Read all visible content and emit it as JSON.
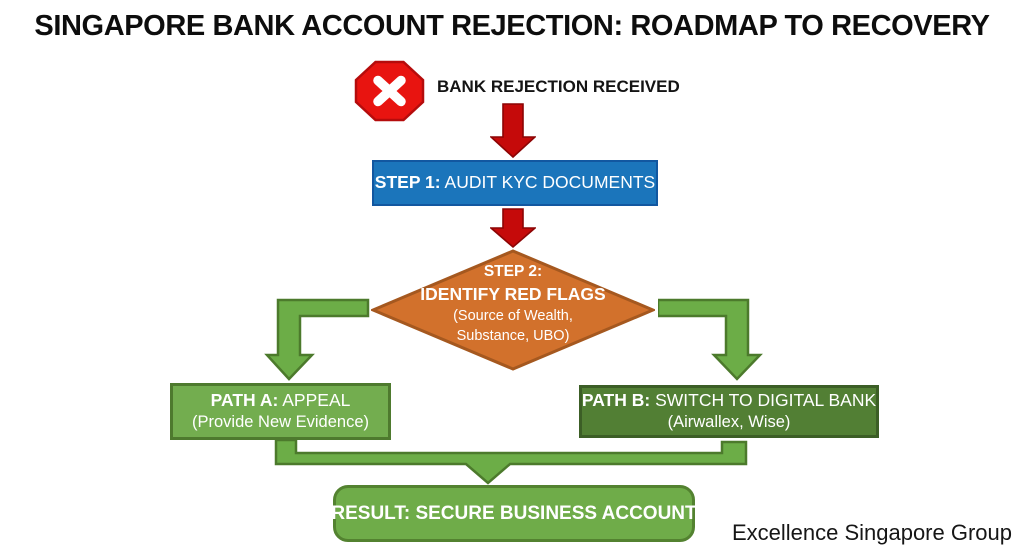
{
  "title": "SINGAPORE BANK ACCOUNT REJECTION: ROADMAP TO RECOVERY",
  "start": {
    "icon": "stop-x-octagon-icon",
    "label": "BANK REJECTION RECEIVED"
  },
  "step1": {
    "prefix": "STEP 1:",
    "text": "AUDIT KYC DOCUMENTS"
  },
  "step2": {
    "line1": "STEP 2:",
    "line2": "IDENTIFY RED FLAGS",
    "line3": "(Source of Wealth,",
    "line4": "Substance, UBO)"
  },
  "path_a": {
    "prefix": "PATH A:",
    "text": "APPEAL",
    "subtext": "(Provide New Evidence)"
  },
  "path_b": {
    "prefix": "PATH B:",
    "text": "SWITCH TO DIGITAL BANK",
    "subtext": "(Airwallex, Wise)"
  },
  "result": {
    "text": "RESULT: SECURE BUSINESS ACCOUNT"
  },
  "footer": {
    "brand": "Excellence Singapore Group"
  },
  "colors": {
    "stop_red": "#e81410",
    "arrow_red": "#c50a0a",
    "step1_blue": "#1b75bb",
    "step2_orange": "#d2712c",
    "path_a_green": "#73ad4f",
    "path_b_dark_green": "#527f34",
    "result_green": "#6fac49",
    "connector_green": "#6cad47"
  }
}
